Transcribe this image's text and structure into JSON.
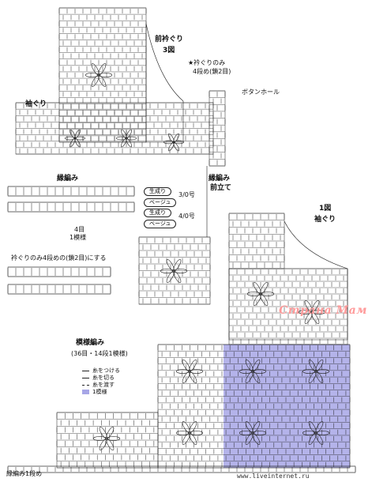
{
  "labels": {
    "front_neck": "前衿ぐり",
    "fig3": "3図",
    "armhole_left": "袖ぐり",
    "neck_only": "★衿ぐりのみ",
    "neck_row": "4段め(鎖2目)",
    "buttonhole": "ボタンホール",
    "edging_title": "縁編み",
    "front_band_1": "縁編み",
    "front_band_2": "前立て",
    "hook_3": "3/0号",
    "hook_4": "4/0号",
    "repeat_4": "4目",
    "repeat_1": "1模様",
    "neck_only_note": "衿ぐりのみ4段めの(鎖2目)にする",
    "fig1": "1図",
    "armhole_right": "袖ぐり",
    "pattern_title": "模様編み",
    "pattern_sub": "(36目・14段1模様)",
    "edging_row1": "縁編み1段め",
    "watermark": "Страна Мам",
    "url": "www.liveinternet.ru"
  },
  "pills": {
    "kinari_1": "生成り",
    "beige_1": "ベージュ",
    "kinari_2": "生成り",
    "beige_2": "ベージュ"
  },
  "legend": {
    "attach": "糸をつける",
    "cut": "糸を切る",
    "carry": "糸を渡す",
    "repeat": "1模様"
  },
  "colors": {
    "ink": "#222222",
    "highlight": "#a7a6e6",
    "watermark": "#ff9a9a"
  }
}
